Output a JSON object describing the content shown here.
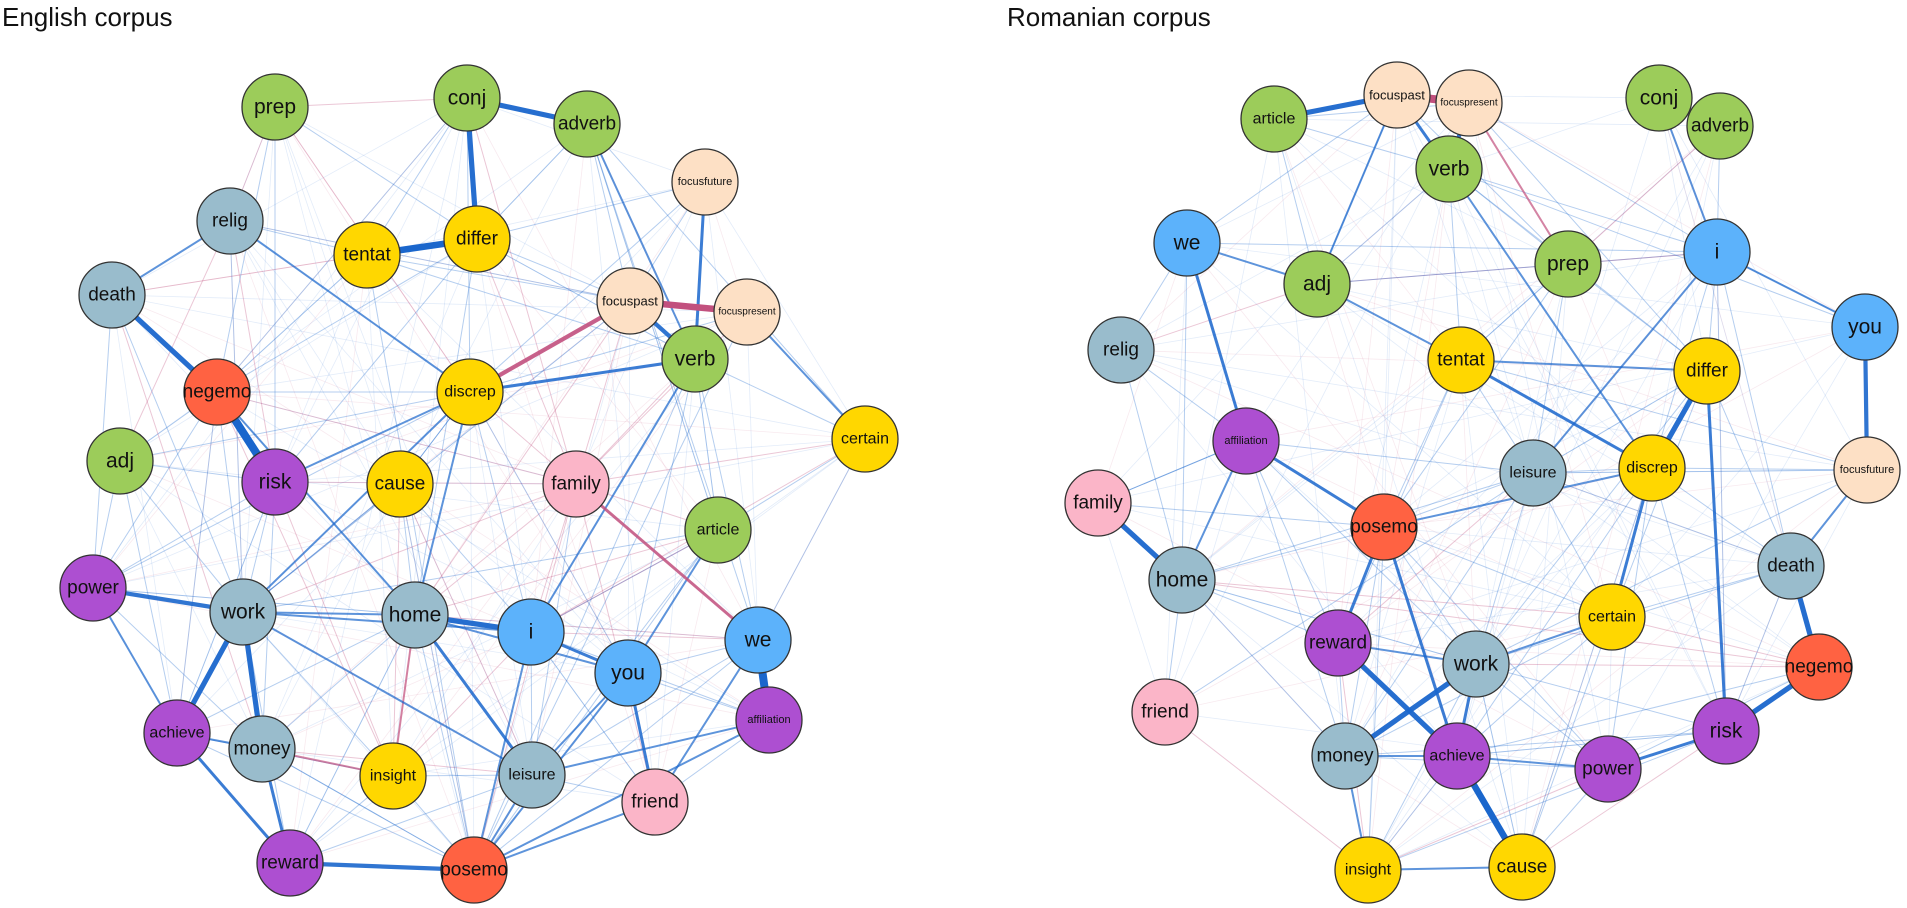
{
  "panels": [
    {
      "title": "English corpus"
    },
    {
      "title": "Romanian corpus"
    }
  ],
  "colors": {
    "green": "#9ccc5a",
    "blue_gray": "#99bccc",
    "yellow": "#ffd700",
    "purple": "#ad4fd1",
    "red": "#ff6242",
    "pink": "#fbb5c8",
    "light_blue": "#5cb2fb",
    "peach": "#fde0c5",
    "edge_positive": "#1a66cc",
    "edge_negative": "#c2507e"
  },
  "networks": [
    {
      "nodes": [
        {
          "label": "prep",
          "group": "green"
        },
        {
          "label": "conj",
          "group": "green"
        },
        {
          "label": "adverb",
          "group": "green"
        },
        {
          "label": "focusfuture",
          "group": "peach"
        },
        {
          "label": "relig",
          "group": "blue_gray"
        },
        {
          "label": "tentat",
          "group": "yellow"
        },
        {
          "label": "differ",
          "group": "yellow"
        },
        {
          "label": "death",
          "group": "blue_gray"
        },
        {
          "label": "focuspast",
          "group": "peach"
        },
        {
          "label": "focuspresent",
          "group": "peach"
        },
        {
          "label": "verb",
          "group": "green"
        },
        {
          "label": "negemo",
          "group": "red"
        },
        {
          "label": "discrep",
          "group": "yellow"
        },
        {
          "label": "certain",
          "group": "yellow"
        },
        {
          "label": "adj",
          "group": "green"
        },
        {
          "label": "risk",
          "group": "purple"
        },
        {
          "label": "cause",
          "group": "yellow"
        },
        {
          "label": "family",
          "group": "pink"
        },
        {
          "label": "article",
          "group": "green"
        },
        {
          "label": "power",
          "group": "purple"
        },
        {
          "label": "work",
          "group": "blue_gray"
        },
        {
          "label": "home",
          "group": "blue_gray"
        },
        {
          "label": "i",
          "group": "light_blue"
        },
        {
          "label": "we",
          "group": "light_blue"
        },
        {
          "label": "you",
          "group": "light_blue"
        },
        {
          "label": "achieve",
          "group": "purple"
        },
        {
          "label": "money",
          "group": "blue_gray"
        },
        {
          "label": "insight",
          "group": "yellow"
        },
        {
          "label": "leisure",
          "group": "blue_gray"
        },
        {
          "label": "affiliation",
          "group": "purple"
        },
        {
          "label": "friend",
          "group": "pink"
        },
        {
          "label": "reward",
          "group": "purple"
        },
        {
          "label": "posemo",
          "group": "red"
        }
      ]
    },
    {
      "nodes": [
        {
          "label": "article",
          "group": "green"
        },
        {
          "label": "focuspast",
          "group": "peach"
        },
        {
          "label": "focuspresent",
          "group": "peach"
        },
        {
          "label": "conj",
          "group": "green"
        },
        {
          "label": "adverb",
          "group": "green"
        },
        {
          "label": "verb",
          "group": "green"
        },
        {
          "label": "we",
          "group": "light_blue"
        },
        {
          "label": "adj",
          "group": "green"
        },
        {
          "label": "prep",
          "group": "green"
        },
        {
          "label": "i",
          "group": "light_blue"
        },
        {
          "label": "you",
          "group": "light_blue"
        },
        {
          "label": "relig",
          "group": "blue_gray"
        },
        {
          "label": "tentat",
          "group": "yellow"
        },
        {
          "label": "differ",
          "group": "yellow"
        },
        {
          "label": "affiliation",
          "group": "purple"
        },
        {
          "label": "leisure",
          "group": "blue_gray"
        },
        {
          "label": "discrep",
          "group": "yellow"
        },
        {
          "label": "focusfuture",
          "group": "peach"
        },
        {
          "label": "family",
          "group": "pink"
        },
        {
          "label": "posemo",
          "group": "red"
        },
        {
          "label": "home",
          "group": "blue_gray"
        },
        {
          "label": "death",
          "group": "blue_gray"
        },
        {
          "label": "certain",
          "group": "yellow"
        },
        {
          "label": "reward",
          "group": "purple"
        },
        {
          "label": "work",
          "group": "blue_gray"
        },
        {
          "label": "negemo",
          "group": "red"
        },
        {
          "label": "friend",
          "group": "pink"
        },
        {
          "label": "risk",
          "group": "purple"
        },
        {
          "label": "money",
          "group": "blue_gray"
        },
        {
          "label": "achieve",
          "group": "purple"
        },
        {
          "label": "power",
          "group": "purple"
        },
        {
          "label": "insight",
          "group": "yellow"
        },
        {
          "label": "cause",
          "group": "yellow"
        }
      ]
    }
  ]
}
